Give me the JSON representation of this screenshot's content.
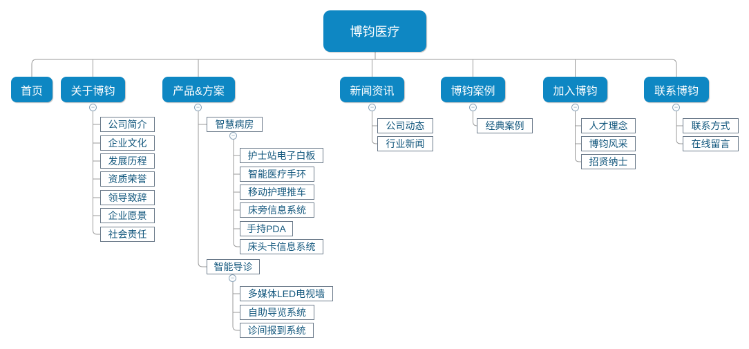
{
  "colors": {
    "branch_fill": "#0e87c3",
    "branch_text": "#ffffff",
    "leaf_text": "#11567c",
    "leaf_border": "#6a7989",
    "connector": "#999999"
  },
  "icons": {
    "collapse_glyph": "−"
  },
  "tree": {
    "label": "博钧医疗",
    "children": [
      {
        "label": "首页",
        "children": []
      },
      {
        "label": "关于博钧",
        "children": [
          {
            "label": "公司简介"
          },
          {
            "label": "企业文化"
          },
          {
            "label": "发展历程"
          },
          {
            "label": "资质荣誉"
          },
          {
            "label": "领导致辞"
          },
          {
            "label": "企业愿景"
          },
          {
            "label": "社会责任"
          }
        ]
      },
      {
        "label": "产品&方案",
        "children": [
          {
            "label": "智慧病房",
            "children": [
              {
                "label": "护士站电子白板"
              },
              {
                "label": "智能医疗手环"
              },
              {
                "label": "移动护理推车"
              },
              {
                "label": "床旁信息系统"
              },
              {
                "label": "手持PDA"
              },
              {
                "label": "床头卡信息系统"
              }
            ]
          },
          {
            "label": "智能导诊",
            "children": [
              {
                "label": "多媒体LED电视墙"
              },
              {
                "label": "自助导览系统"
              },
              {
                "label": "诊间报到系统"
              }
            ]
          }
        ]
      },
      {
        "label": "新闻资讯",
        "children": [
          {
            "label": "公司动态"
          },
          {
            "label": "行业新闻"
          }
        ]
      },
      {
        "label": "博钧案例",
        "children": [
          {
            "label": "经典案例"
          }
        ]
      },
      {
        "label": "加入博钧",
        "children": [
          {
            "label": "人才理念"
          },
          {
            "label": "博钧风采"
          },
          {
            "label": "招贤纳士"
          }
        ]
      },
      {
        "label": "联系博钧",
        "children": [
          {
            "label": "联系方式"
          },
          {
            "label": "在线留言"
          }
        ]
      }
    ]
  }
}
